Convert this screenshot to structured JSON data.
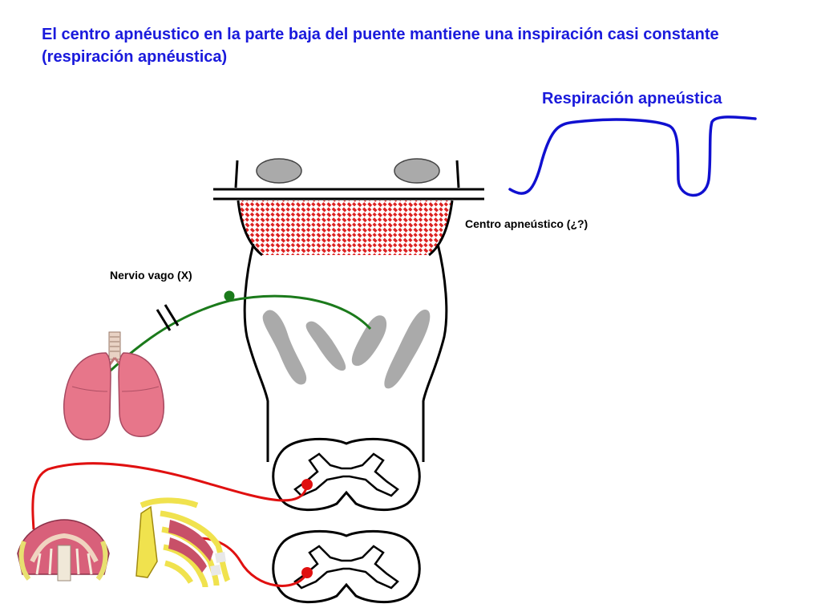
{
  "title": "El centro apnéustico en la parte baja del puente mantiene una inspiración casi constante (respiración apnéustica)",
  "curve_title": "Respiración apneústica",
  "labels": {
    "apneustic_center": "Centro apneústico (¿?)",
    "vagus_nerve": "Nervio vago (X)"
  },
  "colors": {
    "title_text": "#1a1adc",
    "breathing_curve": "#1010d0",
    "apneustic_hatch": "#dd2222",
    "vagus_nerve": "#1b7a1b",
    "motor_nerve": "#e01010",
    "nuclei": "#aaaaaa"
  },
  "icons": {
    "lungs": "lungs-icon",
    "diaphragm": "diaphragm-icon",
    "rib_cage": "rib-cage-icon"
  }
}
